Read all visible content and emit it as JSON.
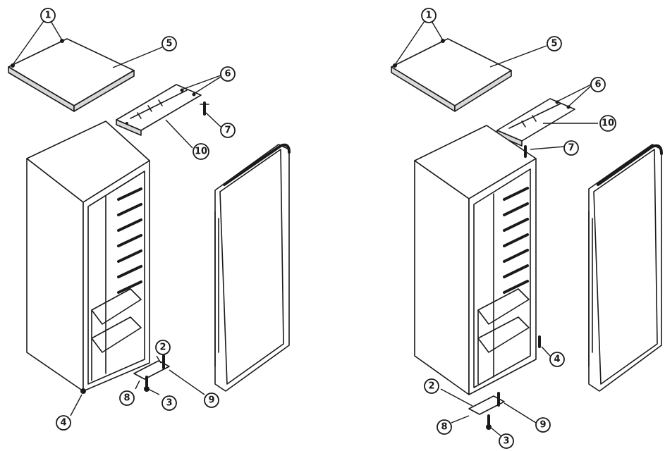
{
  "left_callouts": [
    {
      "name": "callout-1",
      "label": "1"
    },
    {
      "name": "callout-5",
      "label": "5"
    },
    {
      "name": "callout-6",
      "label": "6"
    },
    {
      "name": "callout-7",
      "label": "7"
    },
    {
      "name": "callout-10",
      "label": "10"
    },
    {
      "name": "callout-2",
      "label": "2"
    },
    {
      "name": "callout-8",
      "label": "8"
    },
    {
      "name": "callout-3",
      "label": "3"
    },
    {
      "name": "callout-9",
      "label": "9"
    },
    {
      "name": "callout-4",
      "label": "4"
    }
  ],
  "right_callouts": [
    {
      "name": "callout-1",
      "label": "1"
    },
    {
      "name": "callout-5",
      "label": "5"
    },
    {
      "name": "callout-6",
      "label": "6"
    },
    {
      "name": "callout-10",
      "label": "10"
    },
    {
      "name": "callout-7",
      "label": "7"
    },
    {
      "name": "callout-4",
      "label": "4"
    },
    {
      "name": "callout-2",
      "label": "2"
    },
    {
      "name": "callout-8",
      "label": "8"
    },
    {
      "name": "callout-9",
      "label": "9"
    },
    {
      "name": "callout-3",
      "label": "3"
    }
  ]
}
